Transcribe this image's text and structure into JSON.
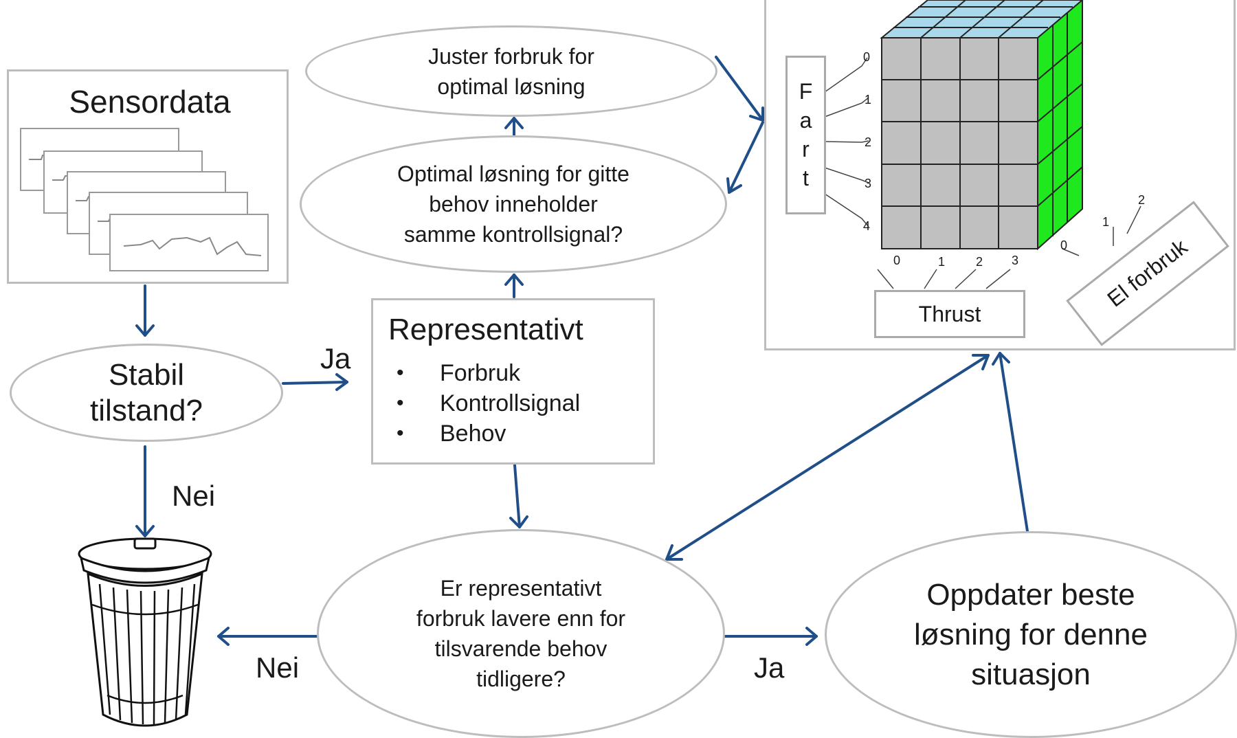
{
  "sensordata": {
    "title": "Sensordata"
  },
  "stable_state": {
    "text_line1": "Stabil",
    "text_line2": "tilstand?"
  },
  "representative": {
    "title": "Representativt",
    "items": [
      "Forbruk",
      "Kontrollsignal",
      "Behov"
    ]
  },
  "adjust": {
    "line1": "Juster forbruk for",
    "line2": "optimal løsning"
  },
  "optimal_check": {
    "line1": "Optimal løsning for gitte",
    "line2": "behov inneholder",
    "line3": "samme kontrollsignal?"
  },
  "lower_check": {
    "line1": "Er representativt",
    "line2": "forbruk lavere enn for",
    "line3": "tilsvarende behov",
    "line4": "tidligere?"
  },
  "update_best": {
    "line1": "Oppdater beste",
    "line2": "løsning for denne",
    "line3": "situasjon"
  },
  "edge_labels": {
    "ja_top": "Ja",
    "nei_left_top": "Nei",
    "nei_bottom": "Nei",
    "ja_bottom": "Ja"
  },
  "cube": {
    "fart_label": [
      "F",
      "a",
      "r",
      "t"
    ],
    "fart_ticks": [
      "0",
      "1",
      "2",
      "3",
      "4"
    ],
    "thrust_label": "Thrust",
    "thrust_ticks": [
      "0",
      "1",
      "2",
      "3"
    ],
    "el_label": "El forbruk",
    "el_ticks": [
      "0",
      "1",
      "2"
    ],
    "colors": {
      "front": "#c0c0c0",
      "side": "#1fe81f",
      "top": "#a9d8ea"
    }
  },
  "colors": {
    "arrow": "#1f4e89",
    "border": "#bdbdbd"
  }
}
